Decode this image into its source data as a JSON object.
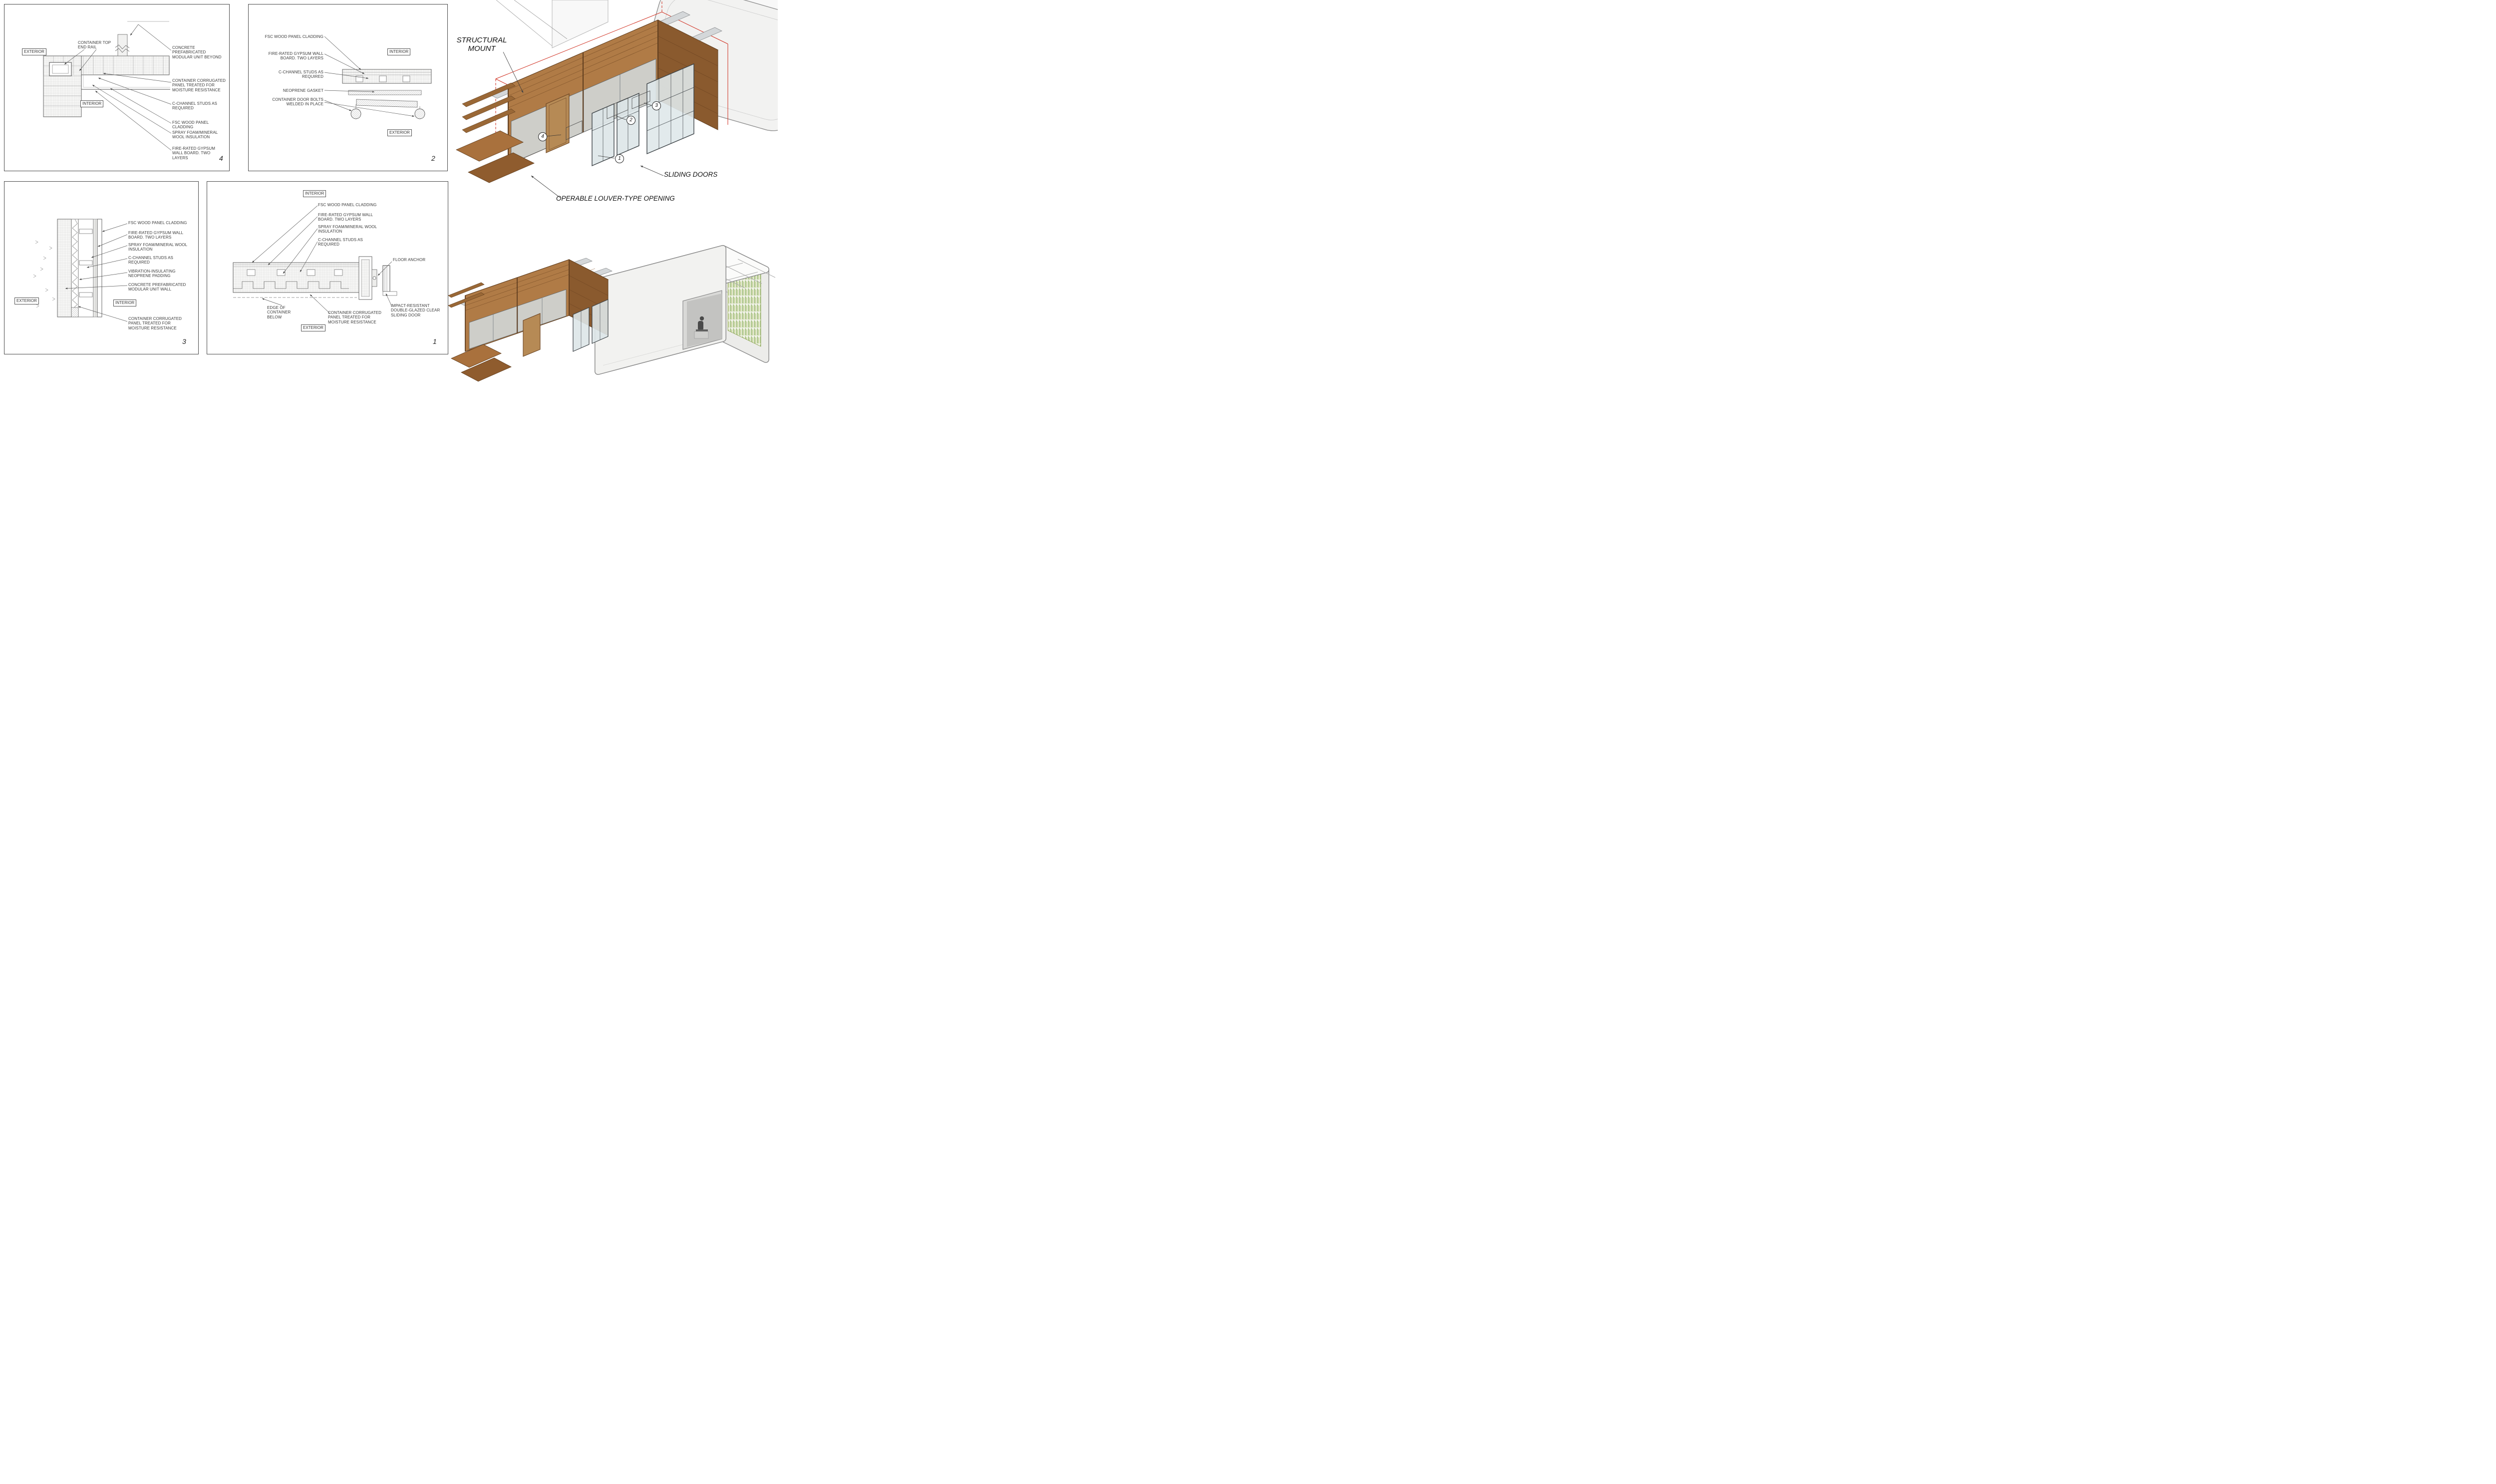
{
  "panel4": {
    "number": "4",
    "exterior": "EXTERIOR",
    "interior": "INTERIOR",
    "callouts": {
      "top_end_rail": "CONTAINER TOP END RAIL",
      "concrete_beyond": "CONCRETE PREFABRICATED MODULAR UNIT BEYOND",
      "corrugated_panel": "CONTAINER CORRUGATED PANEL TREATED FOR MOISTURE RESISTANCE",
      "c_channel": "C-CHANNEL STUDS AS REQUIRED",
      "fsc_cladding": "FSC WOOD PANEL CLADDING",
      "spray_foam": "SPRAY FOAM/MINERAL WOOL INSULATION",
      "gypsum": "FIRE-RATED GYPSUM WALL BOARD. TWO LAYERS"
    }
  },
  "panel2": {
    "number": "2",
    "exterior": "EXTERIOR",
    "interior": "INTERIOR",
    "callouts": {
      "fsc_cladding": "FSC WOOD PANEL CLADDING",
      "gypsum": "FIRE-RATED GYPSUM WALL BOARD. TWO LAYERS",
      "c_channel": "C-CHANNEL STUDS AS REQUIRED",
      "neoprene_gasket": "NEOPRENE GASKET",
      "door_bolts": "CONTAINER DOOR BOLTS WELDED IN PLACE"
    }
  },
  "panel3": {
    "number": "3",
    "exterior": "EXTERIOR",
    "interior": "INTERIOR",
    "callouts": {
      "fsc_cladding": "FSC WOOD PANEL CLADDING",
      "gypsum": "FIRE-RATED GYPSUM WALL BOARD. TWO LAYERS",
      "spray_foam": "SPRAY FOAM/MINERAL WOOL INSULATION",
      "c_channel": "C-CHANNEL STUDS AS REQUIRED",
      "neoprene_padding": "VIBRATION-INSULATING NEOPRENE PADDING",
      "concrete_wall": "CONCRETE PREFABRICATED MODULAR UNIT WALL",
      "corrugated_panel": "CONTAINER CORRUGATED PANEL TREATED FOR MOISTURE RESISTANCE"
    }
  },
  "panel1": {
    "number": "1",
    "exterior": "EXTERIOR",
    "interior": "INTERIOR",
    "callouts": {
      "fsc_cladding": "FSC WOOD PANEL CLADDING",
      "gypsum": "FIRE-RATED GYPSUM WALL BOARD. TWO LAYERS",
      "spray_foam": "SPRAY FOAM/MINERAL WOOL INSULATION",
      "c_channel": "C-CHANNEL STUDS AS REQUIRED",
      "floor_anchor": "FLOOR ANCHOR",
      "edge_of_container": "EDGE OF CONTAINER BELOW",
      "corrugated_panel": "CONTAINER CORRUGATED PANEL TREATED FOR MOISTURE RESISTANCE",
      "sliding_door": "IMPACT-RESISTANT DOUBLE-GLAZED CLEAR SLIDING DOOR"
    }
  },
  "axon_top": {
    "structural_mount": "STRUCTURAL MOUNT",
    "sliding_doors": "SLIDING DOORS",
    "operable_louver": "OPERABLE LOUVER-TYPE OPENING",
    "bubble_1": "1",
    "bubble_2": "2",
    "bubble_3": "3",
    "bubble_4": "4"
  },
  "colors": {
    "wood": "#b07b46",
    "wood_dark": "#8a5a2e",
    "wood_top": "#c28a52",
    "red_wire": "#cf2b1c",
    "glass": "#dde6e8",
    "rail_silver": "#d4d7d9",
    "concrete_unit": "#f4f4f2",
    "grass_green": "#6f9e3a"
  }
}
